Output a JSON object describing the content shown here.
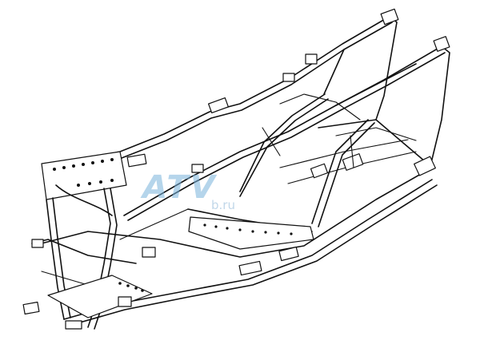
{
  "figure": {
    "image": "atv-frame-line-drawing"
  },
  "watermark": {
    "logo_text": "ATV",
    "site_text": "b.ru",
    "color": "#7ab3dc"
  },
  "colors": {
    "line": "#111111",
    "background": "#ffffff"
  }
}
